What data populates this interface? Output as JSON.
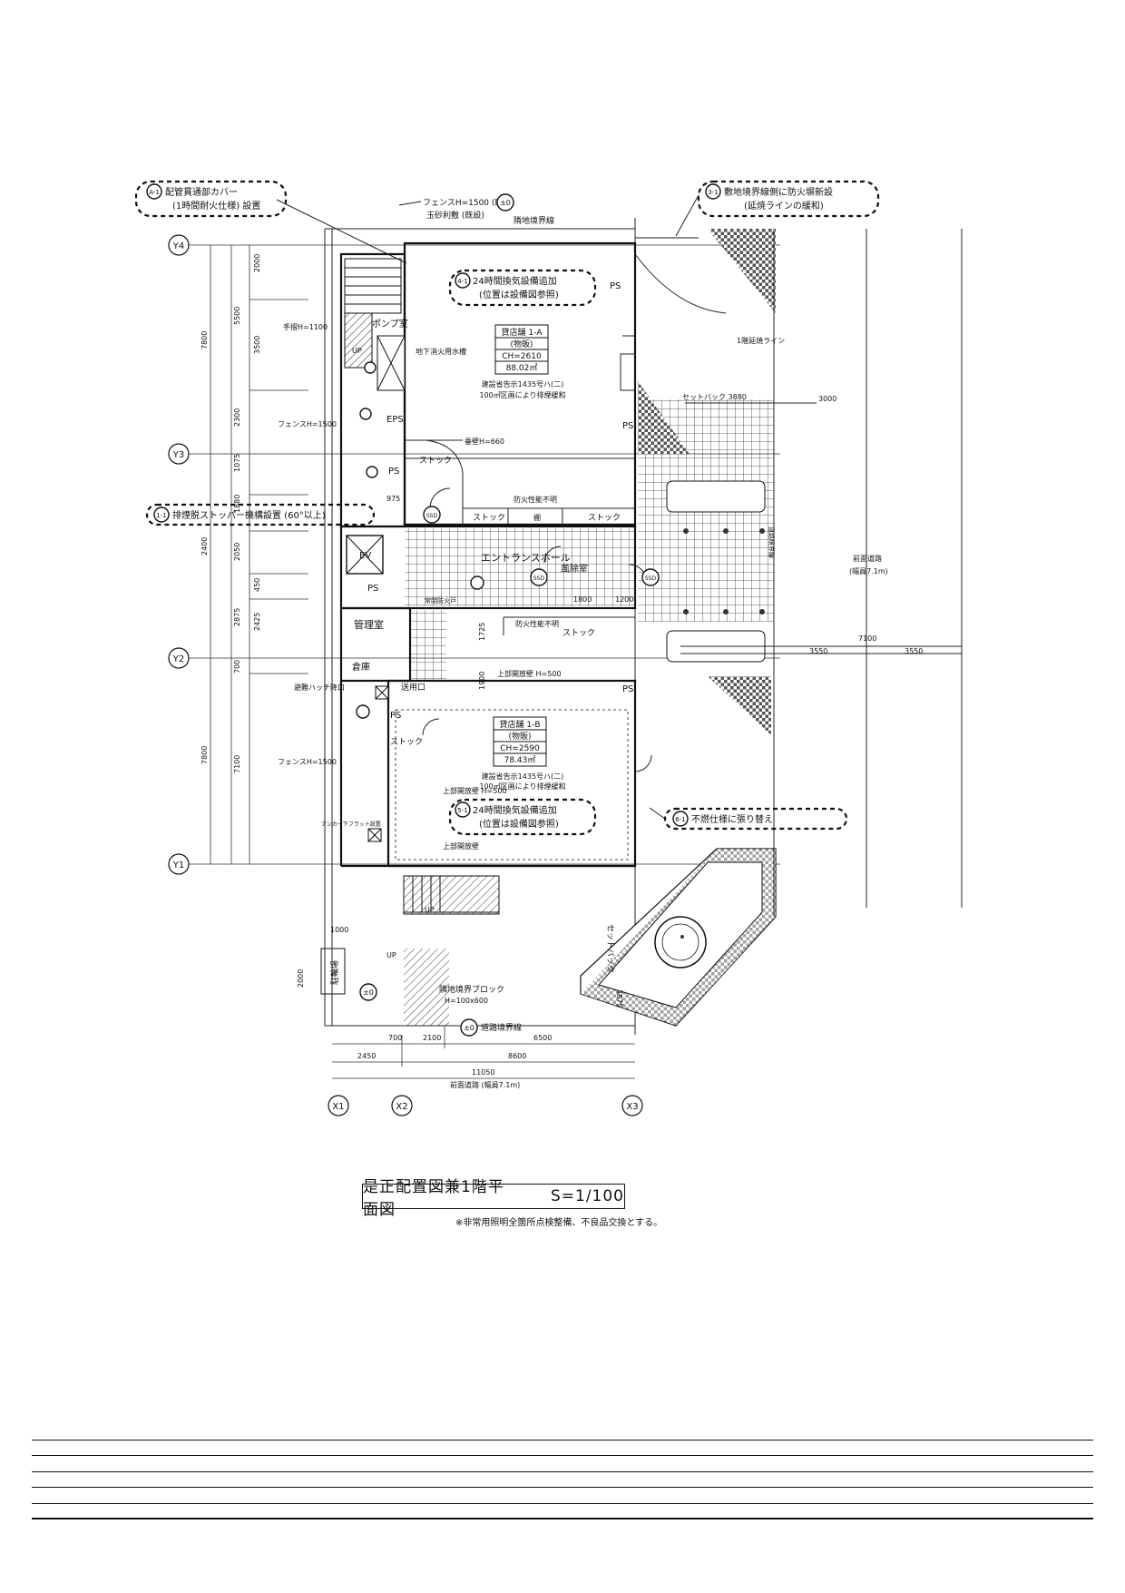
{
  "drawing": {
    "title": "是正配置図兼1階平面図",
    "scale": "S=1/100",
    "note": "※非常用照明全箇所点検整備、不良品交換とする。"
  },
  "callouts": [
    {
      "id": "A-1",
      "line1": "配管貫通部カバー",
      "line2": "(1時間耐火仕様) 設置"
    },
    {
      "id": "3-1",
      "line1": "敷地境界線側に防火塀新設",
      "line2": "(延焼ラインの緩和)"
    },
    {
      "id": "4-1",
      "line1": "24時間換気設備追加",
      "line2": "(位置は設備図参照)"
    },
    {
      "id": "1-1",
      "line1": "排煙脱ストッパー機構設置 (60°以上)",
      "line2": ""
    },
    {
      "id": "5-1",
      "line1": "24時間換気設備追加",
      "line2": "(位置は設備図参照)"
    },
    {
      "id": "6-1",
      "line1": "不燃仕様に張り替え",
      "line2": ""
    }
  ],
  "grid": {
    "y4": "Y4",
    "y3": "Y3",
    "y2": "Y2",
    "y1": "Y1",
    "x1": "X1",
    "x2": "X2",
    "x3": "X3"
  },
  "store_a": {
    "name": "貸店舗 1-A",
    "use": "(物販)",
    "ch": "CH=2610",
    "area": "88.02㎡",
    "reg1": "建設省告示1435号ハ(二)",
    "reg2": "100㎡区画により排煙緩和"
  },
  "store_b": {
    "name": "貸店舗 1-B",
    "use": "(物販)",
    "ch": "CH=2590",
    "area": "78.43㎡",
    "reg1": "建設省告示1435号ハ(二)",
    "reg2": "100㎡区画により排煙緩和"
  },
  "labels": {
    "fence_top": "フェンスH=1500 (既設)",
    "stone": "玉砂利敷 (既設)",
    "boundary_adj": "隣地境界線",
    "pm0": "±0",
    "handrail": "手摺H=1100",
    "pump": "ポンプ室",
    "tank": "地下消火用水槽",
    "up": "UP",
    "eps": "EPS",
    "ps": "PS",
    "fence_left": "フェンスH=1500",
    "stock": "ストック",
    "wall660": "垂壁H=660",
    "fire_unknown": "防火性能不明",
    "shelf": "棚",
    "ev": "EV",
    "entrance": "エントランスホール",
    "windbreak": "風除室",
    "manager": "管理室",
    "storage": "倉庫",
    "hatch": "避難ハッチ降口",
    "sender": "送用口",
    "upper_open": "上部開放壁 H=500",
    "upper_open2": "上部開放壁",
    "upper_open3": "上部開放壁 H=500",
    "first_fire_line": "1階延焼ライン",
    "setback": "セットバック 3880",
    "front_road": "前面道路",
    "front_road_w": "(幅員7.1m)",
    "road_boundary": "道路境界線",
    "setback_v": "セットバック",
    "block": "隣地境界ブロック",
    "block_size": "H=100x600",
    "parking": "駐輪場",
    "front_road_bottom": "前面道路 (幅員7.1m)",
    "anchor": "アンカー下フラット設置",
    "fire_shutter": "常閉防火戸"
  },
  "dims": {
    "d2000a": "2000",
    "d5500": "5500",
    "d3500": "3500",
    "d7800a": "7800",
    "d2300": "2300",
    "d1075": "1075",
    "d1880": "1880",
    "d2400": "2400",
    "d2050": "2050",
    "d450": "450",
    "d2875": "2875",
    "d2425": "2425",
    "d700a": "700",
    "d7800b": "7800",
    "d7100": "7100",
    "d975": "975",
    "d1725": "1725",
    "d1900": "1900",
    "d1800": "1800",
    "d1200": "1200",
    "d3000": "3000",
    "d7100r": "7100",
    "d3550a": "3550",
    "d3550b": "3550",
    "d1000": "1000",
    "d2000b": "2000",
    "d3875": "3875",
    "b700": "700",
    "b2100": "2100",
    "b6500": "6500",
    "b2450": "2450",
    "b8600": "8600",
    "b11050": "11050"
  }
}
